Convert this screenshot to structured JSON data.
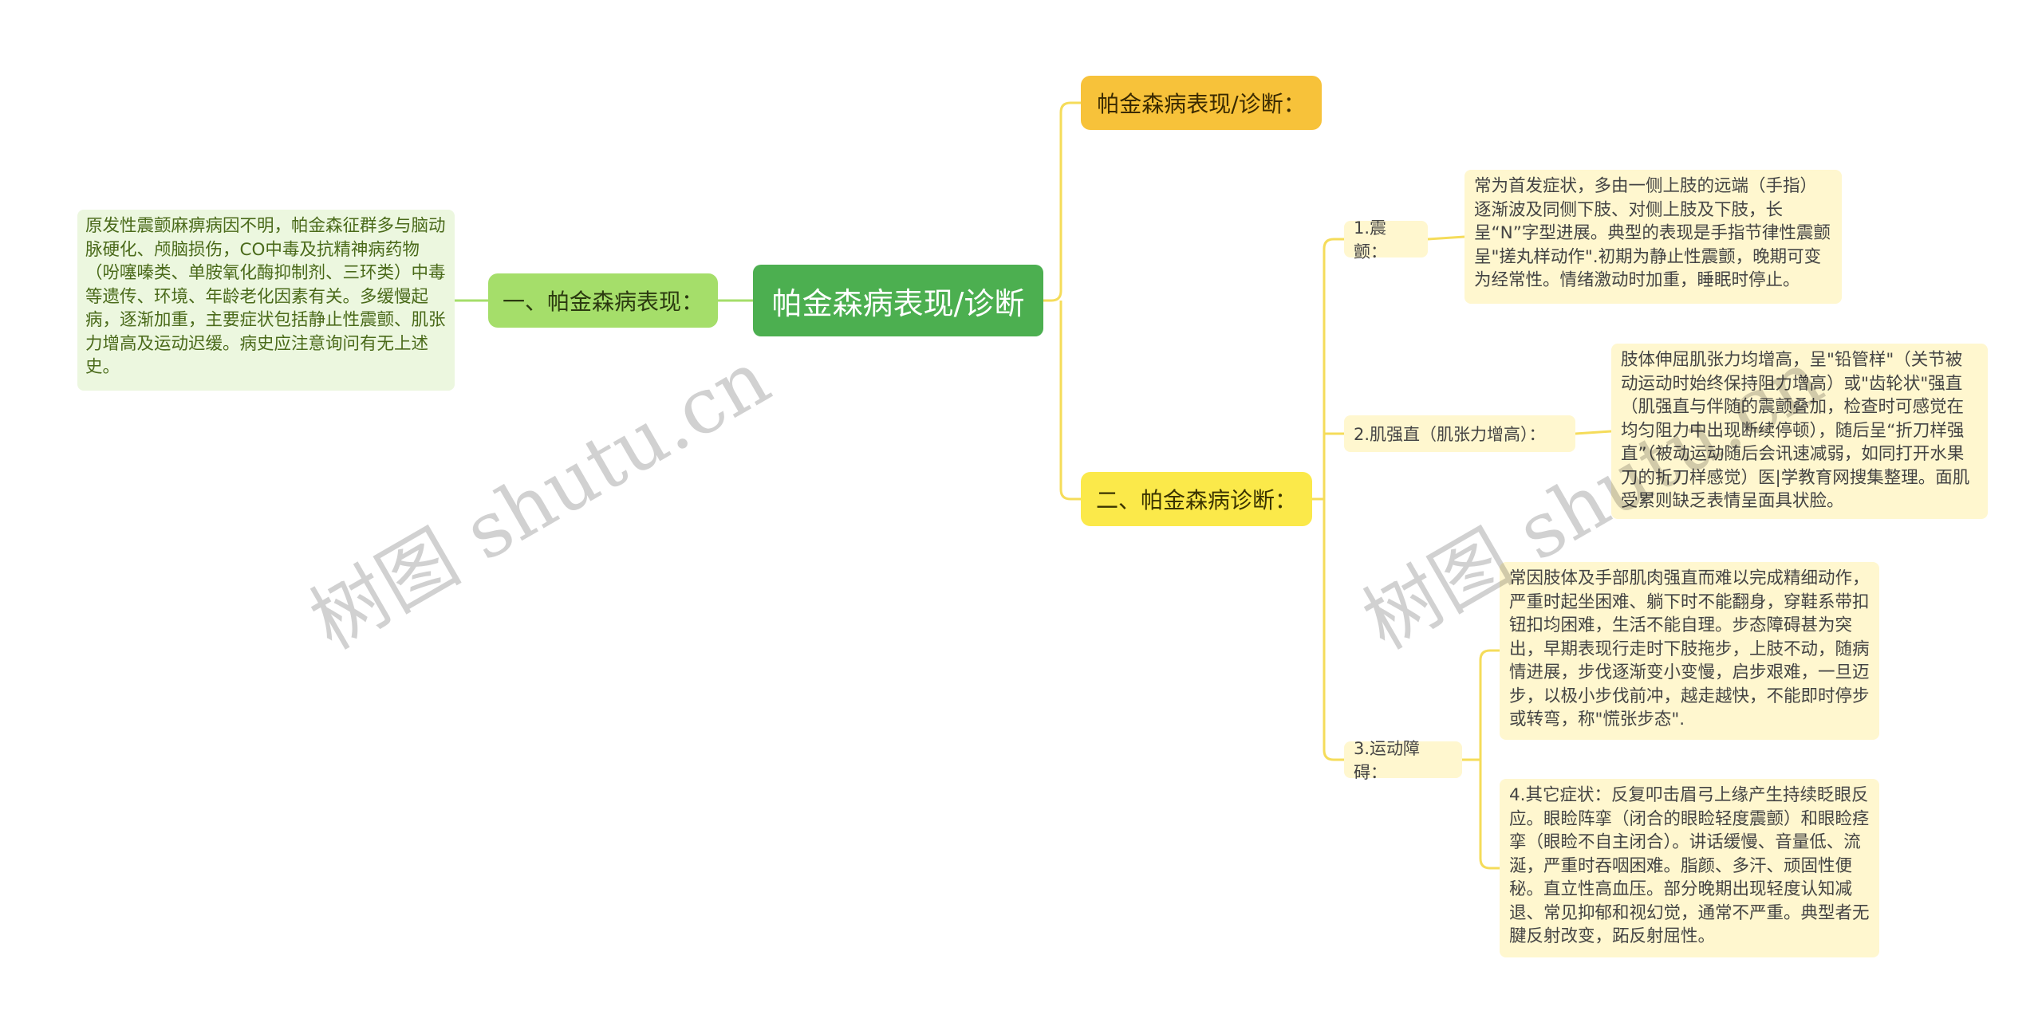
{
  "root": {
    "label": "帕金森病表现/诊断"
  },
  "branches": {
    "left": {
      "label": "一、帕金森病表现：",
      "text": "原发性震颤麻痹病因不明，帕金森征群多与脑动脉硬化、颅脑损伤，CO中毒及抗精神病药物（吩噻嗪类、单胺氧化酶抑制剂、三环类）中毒等遗传、环境、年龄老化因素有关。多缓慢起病，逐渐加重，主要症状包括静止性震颤、肌张力增高及运动迟缓。病史应注意询问有无上述史。"
    },
    "top": {
      "label": "帕金森病表现/诊断："
    },
    "diagnosis": {
      "label": "二、帕金森病诊断：",
      "items": [
        {
          "label": "1.震颤：",
          "texts": [
            "常为首发症状，多由一侧上肢的远端（手指）逐渐波及同侧下肢、对侧上肢及下肢，长呈“N”字型进展。典型的表现是手指节律性震颤呈\"搓丸样动作\".初期为静止性震颤，晚期可变为经常性。情绪激动时加重，睡眠时停止。"
          ]
        },
        {
          "label": "2.肌强直（肌张力增高）：",
          "texts": [
            "肢体伸屈肌张力均增高，呈\"铅管样\"（关节被动运动时始终保持阻力增高）或\"齿轮状\"强直（肌强直与伴随的震颤叠加，检查时可感觉在均匀阻力中出现断续停顿），随后呈“折刀样强直”（被动运动随后会讯速减弱，如同打开水果刀的折刀样感觉）医|学教育网搜集整理。面肌受累则缺乏表情呈面具状脸。"
          ]
        },
        {
          "label": "3.运动障碍：",
          "texts": [
            "常因肢体及手部肌肉强直而难以完成精细动作，严重时起坐困难、躺下时不能翻身，穿鞋系带扣钮扣均困难，生活不能自理。步态障碍甚为突出，早期表现行走时下肢拖步，上肢不动，随病情进展，步伐逐渐变小变慢，启步艰难，一旦迈步，以极小步伐前冲，越走越快，不能即时停步或转弯，称\"慌张步态\".",
            "4.其它症状：反复叩击眉弓上缘产生持续眨眼反应。眼睑阵挛（闭合的眼睑轻度震颤）和眼睑痉挛（眼睑不自主闭合）。讲话缓慢、音量低、流涎，严重时吞咽困难。脂颜、多汗、顽固性便秘。直立性高血压。部分晚期出现轻度认知减退、常见抑郁和视幻觉，通常不严重。典型者无腱反射改变，跖反射屈性。"
          ]
        }
      ]
    }
  },
  "watermark": "树图 shutu.cn",
  "colors": {
    "root": "#4caf50",
    "left_branch": "#a5de6a",
    "top_branch": "#f7c23a",
    "diag_branch": "#fbe94a",
    "leaf_yellow": "#fff7cf",
    "leaf_green": "#ecf7df",
    "link_green": "#a5de6a",
    "link_yellow": "#f5dc5a"
  }
}
